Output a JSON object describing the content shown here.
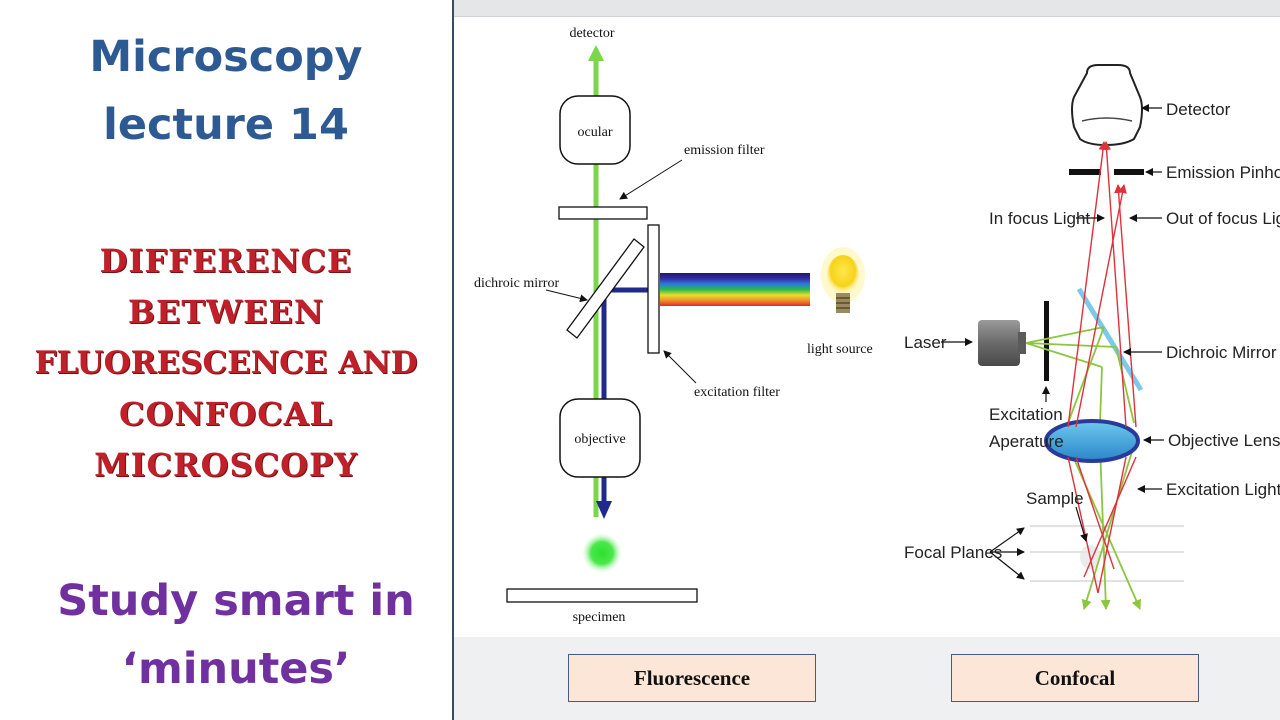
{
  "left": {
    "title_line1": "Microscopy",
    "title_line2": "lecture 14",
    "subtitle_line1": "Difference",
    "subtitle_line2": "between",
    "subtitle_line3": "Fluorescence and",
    "subtitle_line4": "Confocal",
    "subtitle_line5": "Microscopy",
    "tagline_line1": "Study smart in",
    "tagline_line2": "‘minutes’"
  },
  "fluorescence": {
    "detector": "detector",
    "ocular": "ocular",
    "emission_filter": "emission filter",
    "dichroic_mirror": "dichroic mirror",
    "light_source": "light source",
    "excitation_filter": "excitation filter",
    "objective": "objective",
    "specimen": "specimen",
    "caption": "Fluorescence"
  },
  "confocal": {
    "detector": "Detector",
    "emission_pinhole": "Emission Pinhole",
    "in_focus_light": "In focus Light",
    "out_of_focus_light": "Out of focus Light",
    "laser": "Laser",
    "dichroic_mirror": "Dichroic Mirror",
    "excitation_aperture_1": "Excitation",
    "excitation_aperture_2": "Aperature",
    "objective_lens": "Objective Lens",
    "excitation_light": "Excitation Light",
    "sample": "Sample",
    "focal_planes": "Focal Planes",
    "caption": "Confocal"
  },
  "colors": {
    "title": "#2e5a94",
    "subtitle": "#c0202a",
    "tagline": "#7030a0",
    "green_beam": "#7ad64a",
    "blue_beam": "#1f2a8c",
    "red_ray": "#e0303a",
    "caption_bg": "#fbe6d8"
  }
}
